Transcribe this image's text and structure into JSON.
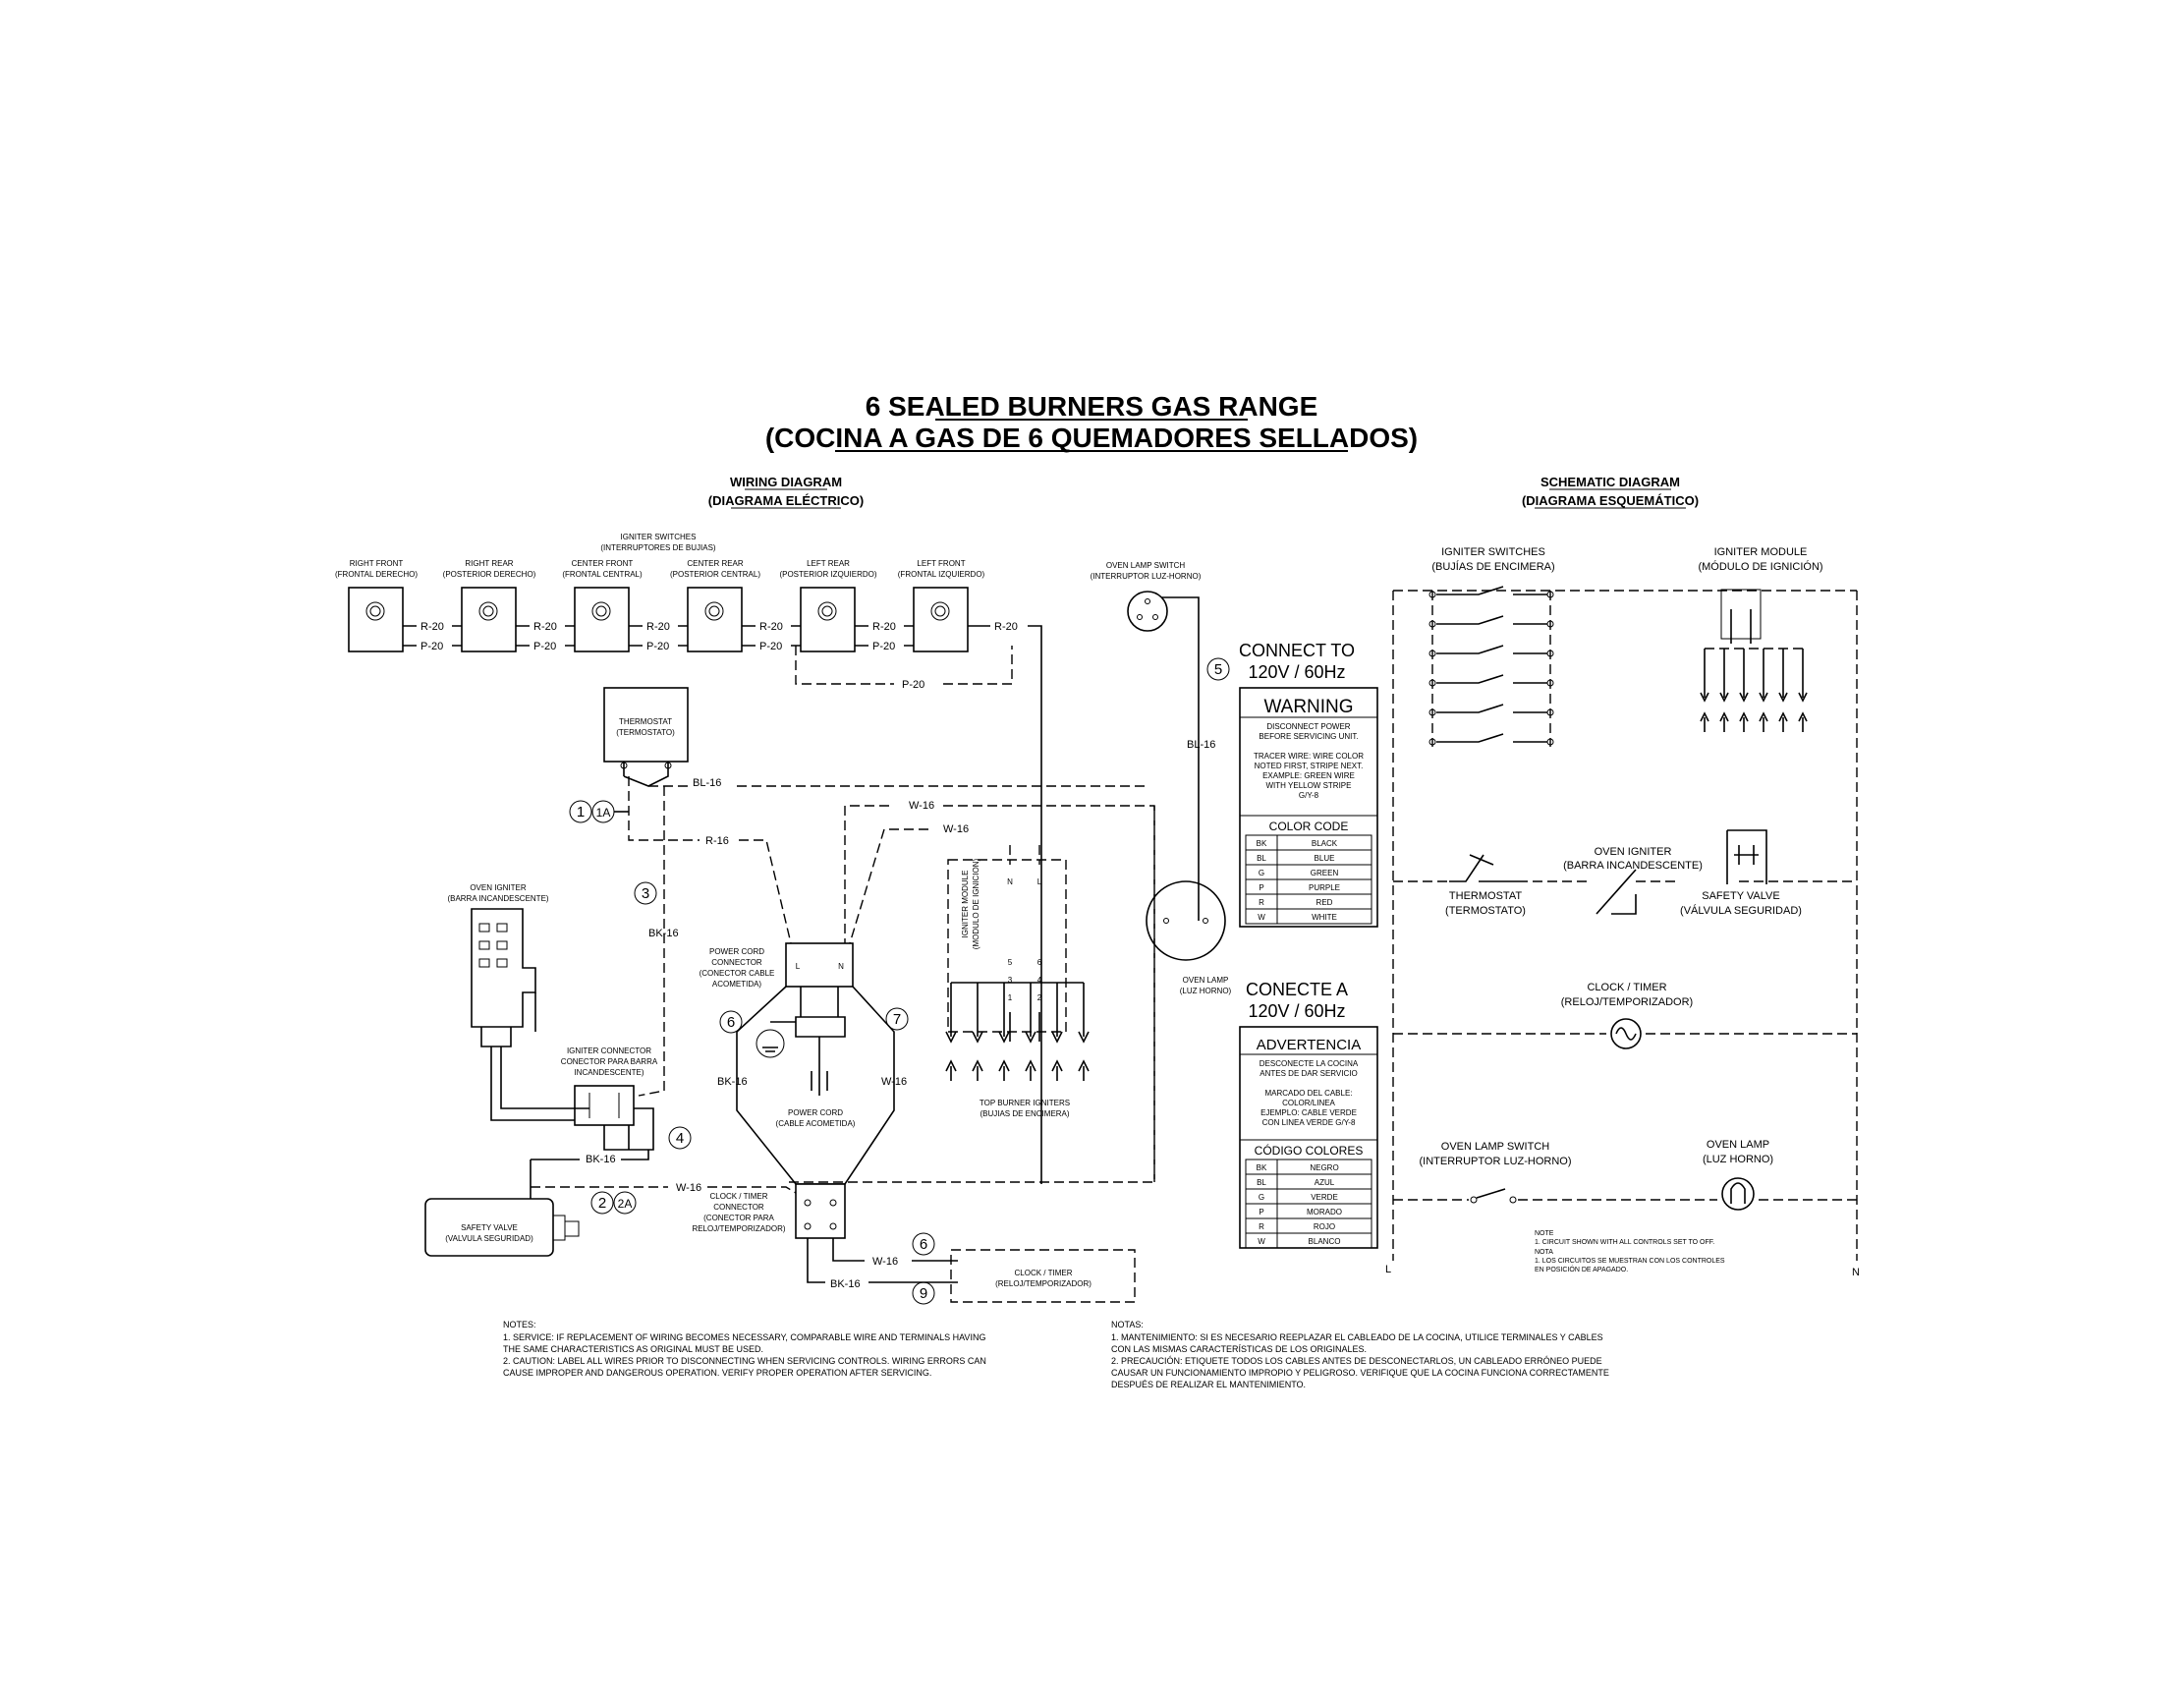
{
  "title": {
    "line1": "6 SEALED BURNERS GAS RANGE",
    "line2": "(COCINA A GAS DE 6 QUEMADORES SELLADOS)"
  },
  "wiring": {
    "heading": "WIRING DIAGRAM",
    "heading_es": "(DIAGRAMA ELÉCTRICO)",
    "igniter_switches": "IGNITER SWITCHES",
    "igniter_switches_es": "(INTERRUPTORES DE BUJIAS)",
    "switches": [
      {
        "name": "RIGHT FRONT",
        "name_es": "(FRONTAL DERECHO)"
      },
      {
        "name": "RIGHT REAR",
        "name_es": "(POSTERIOR DERECHO)"
      },
      {
        "name": "CENTER FRONT",
        "name_es": "(FRONTAL CENTRAL)"
      },
      {
        "name": "CENTER REAR",
        "name_es": "(POSTERIOR CENTRAL)"
      },
      {
        "name": "LEFT REAR",
        "name_es": "(POSTERIOR IZQUIERDO)"
      },
      {
        "name": "LEFT FRONT",
        "name_es": "(FRONTAL IZQUIERDO)"
      }
    ],
    "wires": {
      "r20": "R-20",
      "p20": "P-20",
      "bl16": "BL-16",
      "w16": "W-16",
      "r16": "R-16",
      "bk16": "BK-16"
    },
    "thermostat": "THERMOSTAT",
    "thermostat_es": "(TERMOSTATO)",
    "oven_igniter": "OVEN IGNITER",
    "oven_igniter_es": "(BARRA INCANDESCENTE)",
    "igniter_connector": "IGNITER CONNECTOR",
    "igniter_connector_es1": "CONECTOR PARA BARRA",
    "igniter_connector_es2": "INCANDESCENTE)",
    "safety_valve": "SAFETY VALVE",
    "safety_valve_es": "(VALVULA SEGURIDAD)",
    "power_cord_connector": [
      "POWER CORD",
      "CONNECTOR",
      "(CONECTOR CABLE",
      "ACOMETIDA)"
    ],
    "power_cord": "POWER CORD",
    "power_cord_es": "(CABLE ACOMETIDA)",
    "clock_timer_connector": [
      "CLOCK / TIMER",
      "CONNECTOR",
      "(CONECTOR PARA",
      "RELOJ/TEMPORIZADOR)"
    ],
    "clock_timer": "CLOCK / TIMER",
    "clock_timer_es": "(RELOJ/TEMPORIZADOR)",
    "igniter_module": "IGNITER MODULE",
    "igniter_module_es": "(MODULO DE IGNICION)",
    "top_burner_igniters": "TOP BURNER IGNITERS",
    "top_burner_igniters_es": "(BUJIAS DE ENCIMERA)",
    "oven_lamp_switch": "OVEN LAMP SWITCH",
    "oven_lamp_switch_es": "(INTERRUPTOR LUZ-HORNO)",
    "oven_lamp": "OVEN LAMP",
    "oven_lamp_es": "(LUZ HORNO)",
    "markers": [
      "1",
      "1A",
      "2",
      "2A",
      "3",
      "4",
      "5",
      "6",
      "7",
      "6",
      "9"
    ],
    "module_pins": [
      "N",
      "L",
      "5",
      "3",
      "1",
      "6",
      "4",
      "2"
    ]
  },
  "connect_en": {
    "line1": "CONNECT TO",
    "line2": "120V / 60Hz"
  },
  "connect_es": {
    "line1": "CONECTE A",
    "line2": "120V / 60Hz"
  },
  "warning": {
    "title": "WARNING",
    "lines": [
      "DISCONNECT POWER",
      "BEFORE SERVICING UNIT.",
      "",
      "TRACER WIRE: WIRE COLOR",
      "NOTED FIRST, STRIPE NEXT.",
      "EXAMPLE: GREEN WIRE",
      "WITH YELLOW STRIPE",
      "G/Y-8"
    ],
    "color_title": "COLOR CODE",
    "colors": [
      [
        "BK",
        "BLACK"
      ],
      [
        "BL",
        "BLUE"
      ],
      [
        "G",
        "GREEN"
      ],
      [
        "P",
        "PURPLE"
      ],
      [
        "R",
        "RED"
      ],
      [
        "W",
        "WHITE"
      ]
    ]
  },
  "advertencia": {
    "title": "ADVERTENCIA",
    "lines": [
      "DESCONECTE LA COCINA",
      "ANTES DE DAR SERVICIO",
      "",
      "MARCADO DEL CABLE:",
      "COLOR/LINEA",
      "EJEMPLO: CABLE VERDE",
      "CON LINEA VERDE G/Y-8"
    ],
    "color_title": "CÓDIGO COLORES",
    "colors": [
      [
        "BK",
        "NEGRO"
      ],
      [
        "BL",
        "AZUL"
      ],
      [
        "G",
        "VERDE"
      ],
      [
        "P",
        "MORADO"
      ],
      [
        "R",
        "ROJO"
      ],
      [
        "W",
        "BLANCO"
      ]
    ]
  },
  "schematic": {
    "heading": "SCHEMATIC DIAGRAM",
    "heading_es": "(DIAGRAMA ESQUEMÁTICO)",
    "igniter_switches": "IGNITER SWITCHES",
    "igniter_switches_es": "(BUJÍAS DE ENCIMERA)",
    "igniter_module": "IGNITER MODULE",
    "igniter_module_es": "(MÓDULO DE IGNICIÓN)",
    "oven_igniter": "OVEN IGNITER",
    "oven_igniter_es": "(BARRA INCANDESCENTE)",
    "thermostat": "THERMOSTAT",
    "thermostat_es": "(TERMOSTATO)",
    "safety_valve": "SAFETY VALVE",
    "safety_valve_es": "(VÁLVULA SEGURIDAD)",
    "clock_timer": "CLOCK / TIMER",
    "clock_timer_es": "(RELOJ/TEMPORIZADOR)",
    "oven_lamp_switch": "OVEN LAMP SWITCH",
    "oven_lamp_switch_es": "(INTERRUPTOR LUZ-HORNO)",
    "oven_lamp": "OVEN LAMP",
    "oven_lamp_es": "(LUZ HORNO)",
    "l_label": "L",
    "n_label": "N",
    "note_en_title": "NOTE",
    "note_en": "1. CIRCUIT SHOWN WITH ALL CONTROLS SET TO OFF.",
    "note_es_title": "NOTA",
    "note_es1": "1. LOS CIRCUITOS SE MUESTRAN CON LOS CONTROLES",
    "note_es2": "EN POSICIÓN DE APAGADO."
  },
  "notes_en": {
    "title": "NOTES:",
    "lines": [
      "1. SERVICE: IF REPLACEMENT OF WIRING BECOMES NECESSARY, COMPARABLE WIRE AND TERMINALS HAVING",
      "THE SAME CHARACTERISTICS AS ORIGINAL MUST BE USED.",
      "2. CAUTION: LABEL ALL WIRES PRIOR TO DISCONNECTING WHEN SERVICING CONTROLS. WIRING ERRORS CAN",
      "CAUSE IMPROPER AND DANGEROUS OPERATION. VERIFY PROPER OPERATION AFTER SERVICING."
    ]
  },
  "notes_es": {
    "title": "NOTAS:",
    "lines": [
      "1. MANTENIMIENTO: SI ES NECESARIO REEPLAZAR EL CABLEADO DE LA COCINA, UTILICE TERMINALES Y CABLES",
      "CON LAS MISMAS CARACTERÍSTICAS DE LOS ORIGINALES.",
      "2. PRECAUCIÓN: ETIQUETE TODOS LOS CABLES ANTES DE DESCONECTARLOS, UN CABLEADO ERRÓNEO PUEDE",
      "CAUSAR UN FUNCIONAMIENTO IMPROPIO Y PELIGROSO. VERIFIQUE QUE LA COCINA FUNCIONA CORRECTAMENTE",
      "DESPUÉS DE REALIZAR EL MANTENIMIENTO."
    ]
  }
}
